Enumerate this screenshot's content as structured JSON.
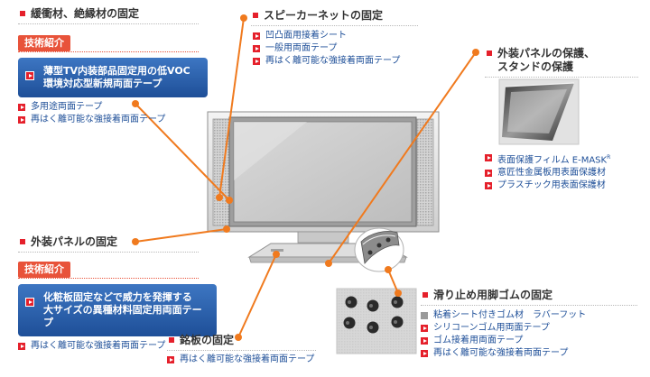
{
  "sections": {
    "cushion": {
      "title": "緩衝材、絶縁材の固定",
      "tag": "技術紹介",
      "highlight": [
        "薄型TV内装部品固定用の低VOC",
        "環境対応型新規両面テープ"
      ],
      "items": [
        "多用途両面テープ",
        "再はく離可能な強接着両面テープ"
      ]
    },
    "speaker": {
      "title": "スピーカーネットの固定",
      "items": [
        "凹凸面用接着シート",
        "一般用両面テープ",
        "再はく離可能な強接着両面テープ"
      ]
    },
    "panel_protect": {
      "title_lines": [
        "外装パネルの保護、",
        "スタンドの保護"
      ],
      "items": [
        "表面保護フィルム E-MASK",
        "意匠性金属板用表面保護材",
        "プラスチック用表面保護材"
      ],
      "trademark": "R"
    },
    "exterior": {
      "title": "外装パネルの固定",
      "tag": "技術紹介",
      "highlight": [
        "化粧板固定などで威力を発揮する",
        "大サイズの異種材料固定用両面テープ"
      ],
      "items": [
        "再はく離可能な強接着両面テープ"
      ]
    },
    "nameplate": {
      "title": "銘板の固定",
      "items": [
        "再はく離可能な強接着両面テープ"
      ]
    },
    "foot": {
      "title": "滑り止め用脚ゴムの固定",
      "gray_item": "粘着シート付きゴム材　ラバーフット",
      "items": [
        "シリコーンゴム用両面テープ",
        "ゴム接着用両面テープ",
        "再はく離可能な強接着両面テープ"
      ]
    }
  },
  "colors": {
    "accent_red": "#e5202b",
    "tag_orange": "#e8533a",
    "leader_orange": "#f07a1e",
    "box_blue": "#2b5fab",
    "link_blue": "#1e4f98"
  }
}
